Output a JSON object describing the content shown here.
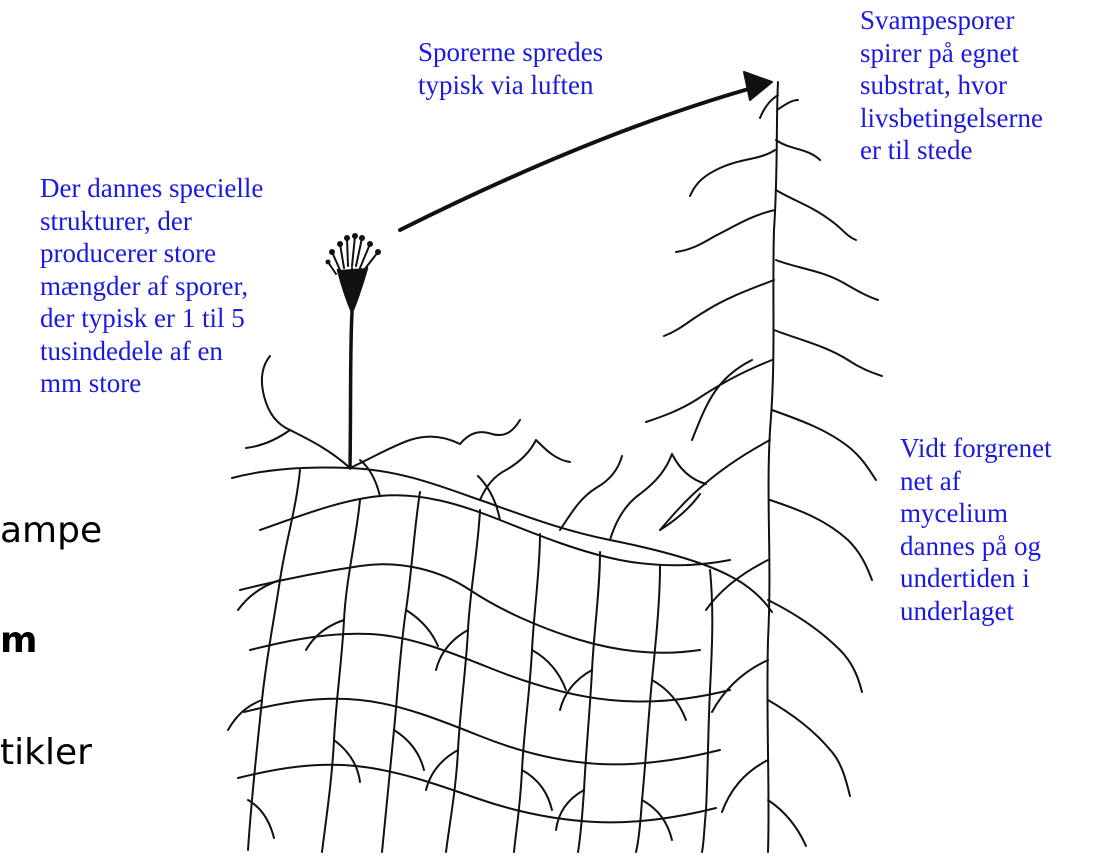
{
  "labels": {
    "structures": "Der dannes specielle\nstrukturer, der\nproducerer store\nmængder af sporer,\nder typisk er 1 til 5\ntusindedele af en\nmm store",
    "spread": "Sporerne spredes\ntypisk via luften",
    "germinate": "Svampesporer\nspirer på egnet\nsubstrat, hvor\nlivsbetingelserne\ner til stede",
    "mycelium": "Vidt forgrenet\nnet af\nmycelium\ndannes på og\nundertiden i\nunderlaget"
  },
  "side_text": {
    "line1": "ampe",
    "line2": "m",
    "line3": "tikler"
  },
  "colors": {
    "annotation": "#1a1adf",
    "ink": "#111111"
  }
}
